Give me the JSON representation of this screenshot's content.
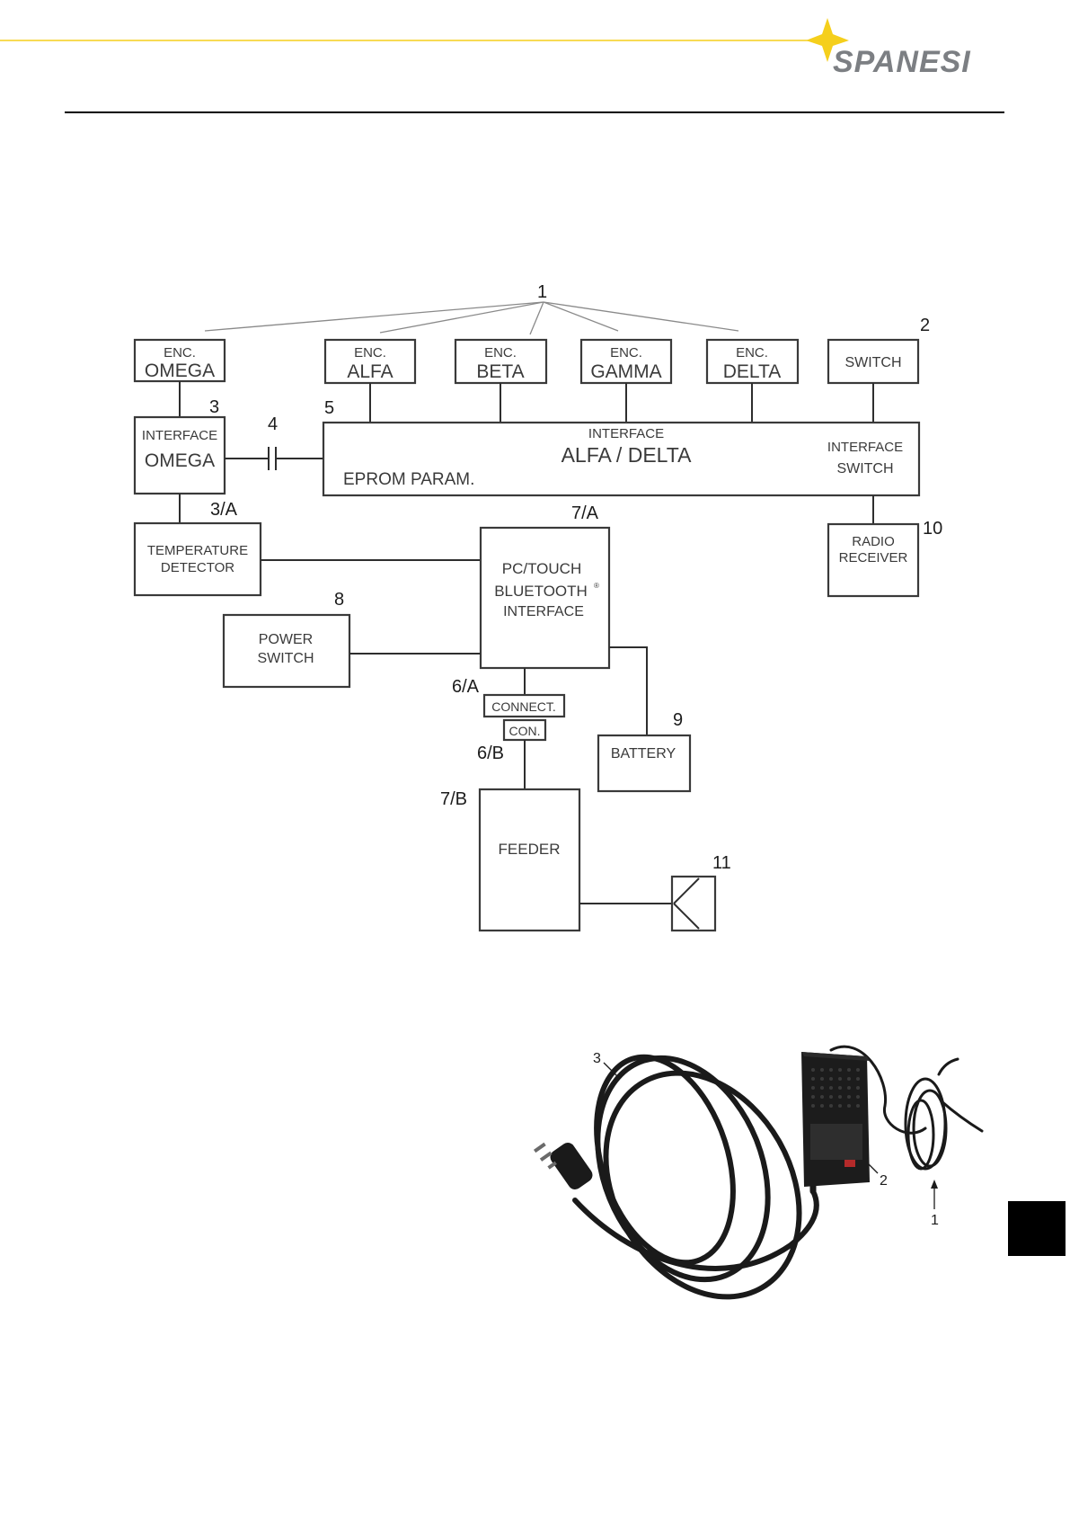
{
  "header": {
    "brand": "SPANESI",
    "accent_color": "#f5cf1c",
    "brand_color": "#7c7f83",
    "rule_color": "#000000"
  },
  "diagram": {
    "callouts": {
      "c1": "1",
      "c2": "2",
      "c3": "3",
      "c3a": "3/A",
      "c4": "4",
      "c5": "5",
      "c6a": "6/A",
      "c6b": "6/B",
      "c7a": "7/A",
      "c7b": "7/B",
      "c8": "8",
      "c9": "9",
      "c10": "10",
      "c11": "11"
    },
    "enc_omega": {
      "top": "ENC.",
      "bottom": "OMEGA"
    },
    "enc_alfa": {
      "top": "ENC.",
      "bottom": "ALFA"
    },
    "enc_beta": {
      "top": "ENC.",
      "bottom": "BETA"
    },
    "enc_gamma": {
      "top": "ENC.",
      "bottom": "GAMMA"
    },
    "enc_delta": {
      "top": "ENC.",
      "bottom": "DELTA"
    },
    "switch": "SWITCH",
    "interface_omega": {
      "top": "INTERFACE",
      "bottom": "OMEGA"
    },
    "main_interface": {
      "top": "INTERFACE",
      "name": "ALFA / DELTA",
      "eprom": "EPROM PARAM.",
      "switch_top": "INTERFACE",
      "switch_bottom": "SWITCH"
    },
    "temperature_detector": {
      "top": "TEMPERATURE",
      "bottom": "DETECTOR"
    },
    "radio_receiver": {
      "top": "RADIO",
      "bottom": "RECEIVER"
    },
    "pc_touch": {
      "line1": "PC/TOUCH",
      "line2": "BLUETOOTH",
      "reg": "®",
      "line3": "INTERFACE"
    },
    "power_switch": {
      "top": "POWER",
      "bottom": "SWITCH"
    },
    "connect": "CONNECT.",
    "con": "CON.",
    "battery": "BATTERY",
    "feeder": "FEEDER"
  },
  "photo": {
    "callouts": {
      "p1": "1",
      "p2": "2",
      "p3": "3"
    }
  },
  "side_tab_color": "#000000"
}
